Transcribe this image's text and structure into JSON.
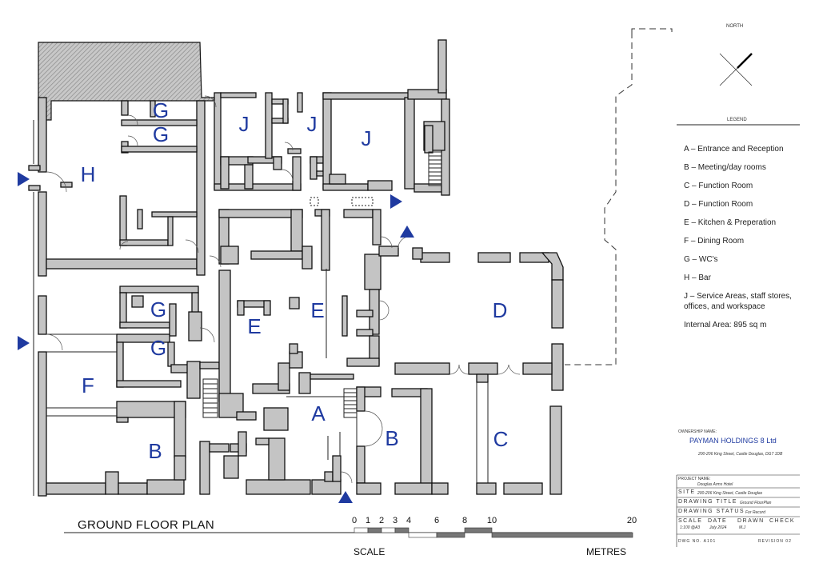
{
  "rooms": {
    "G1": "G",
    "G2": "G",
    "G3": "G",
    "G4": "G",
    "H": "H",
    "F": "F",
    "B1": "B",
    "B2": "B",
    "J1": "J",
    "J2": "J",
    "J3": "J",
    "E1": "E",
    "E2": "E",
    "A": "A",
    "D": "D",
    "C": "C"
  },
  "north_label": "NORTH",
  "legend": {
    "title": "LEGEND",
    "items": [
      "A – Entrance and Reception",
      "B – Meeting/day rooms",
      "C – Function Room",
      "D – Function Room",
      "E – Kitchen & Preperation",
      "F – Dining Room",
      "G – WC's",
      "H – Bar",
      "J – Service Areas, staff stores, offices, and workspace"
    ],
    "area": "Internal Area: 895 sq m"
  },
  "owner": {
    "label": "OWNERSHIP NAME:",
    "name": "PAYMAN HOLDINGS 8 Ltd",
    "address": "200-206 King Street, Castle Douglas, DG7 1DB"
  },
  "title_block": {
    "project_label": "PROJECT NAME:",
    "project_value": "Douglas Arms Hotel",
    "site_key": "SITE",
    "site_value": "200-206 King Street, Castle Douglas",
    "drawing_title_key": "DRAWING TITLE",
    "drawing_title_value": "Ground FloorPlan",
    "drawing_status_key": "DRAWING STATUS",
    "drawing_status_value": "For Record",
    "scale_key": "SCALE",
    "date_key": "DATE",
    "drawn_key": "DRAWN",
    "check_key": "CHECK",
    "scale_value": "1:100 @A3",
    "date_value": "July 2024",
    "drawn_value": "M.J",
    "dwg_no": "DWG NO. A101",
    "revision": "REVISION 02"
  },
  "plan_title": "GROUND FLOOR PLAN",
  "scale_bar": {
    "ticks": [
      "0",
      "1",
      "2",
      "3",
      "4",
      "6",
      "8",
      "10",
      "20"
    ],
    "left_label": "SCALE",
    "right_label": "METRES"
  },
  "colors": {
    "label_blue": "#1f3aa0",
    "wall_fill": "#c4c4c4"
  }
}
